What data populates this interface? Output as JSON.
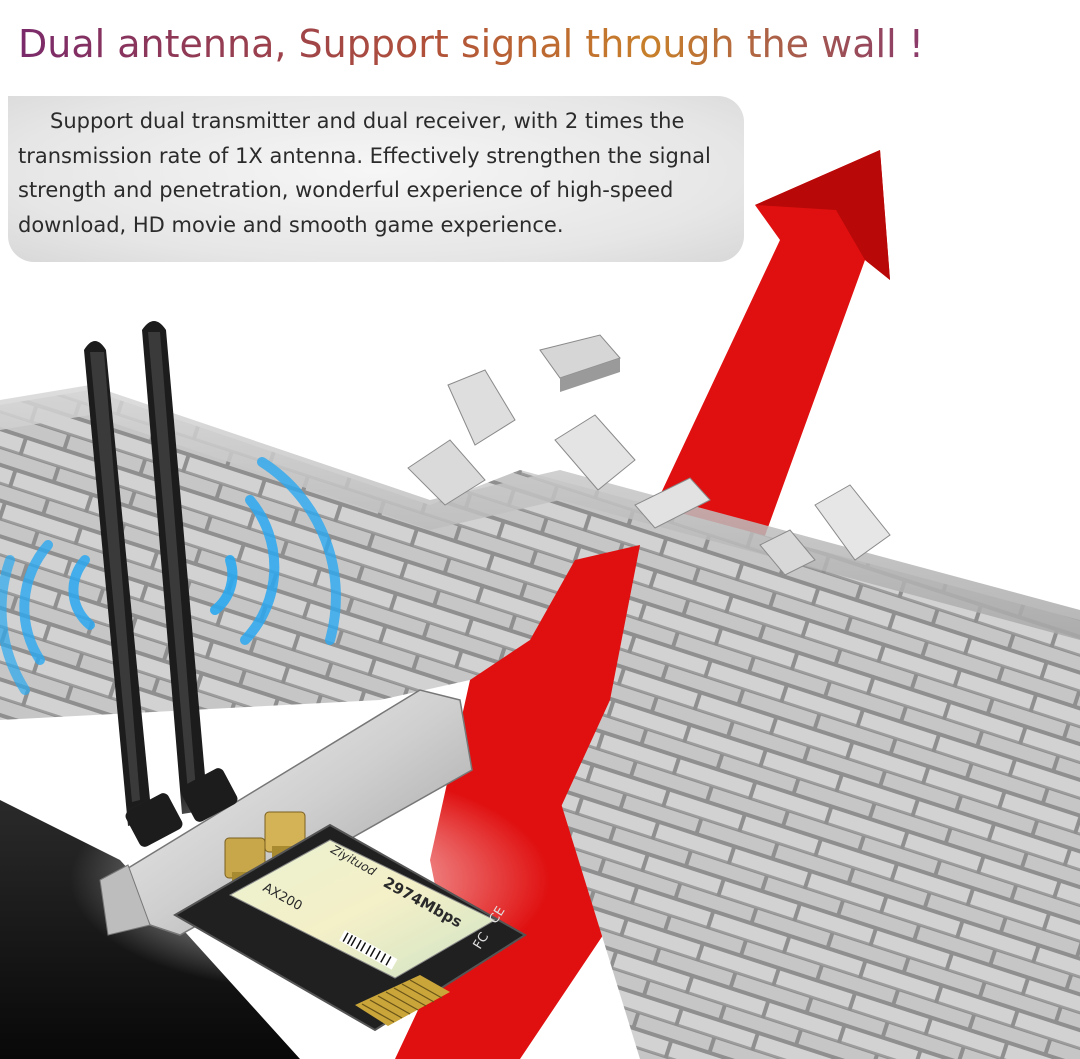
{
  "headline": "Dual antenna, Support signal through the wall !",
  "description": "Support dual transmitter and dual receiver, with 2 times the transmission rate of 1X antenna. Effectively strengthen the signal strength and penetration, wonderful experience of high-speed download, HD movie and smooth game experience.",
  "card": {
    "brand": "Ziyituod",
    "speed": "2974Mbps",
    "model": "AX200",
    "cert_fcc": "FC",
    "cert_ce": "CE"
  },
  "colors": {
    "arrow": "#e01010",
    "wall_light": "#c9c9c9",
    "wall_dark": "#8c8c8c",
    "signal_waves": "#2aa8f0",
    "antenna": "#1c1c1c",
    "pcb": "#202020"
  },
  "icons": {
    "signal": "wifi-waves-icon",
    "arrow": "up-right-arrow-icon"
  }
}
